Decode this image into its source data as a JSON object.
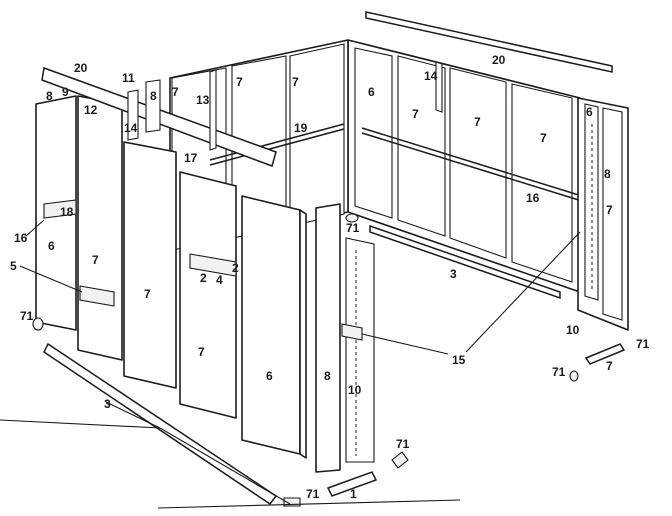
{
  "diagram": {
    "callouts": {
      "c1": "1",
      "c3a": "3",
      "c3b": "3",
      "c4": "4",
      "c2a": "2",
      "c2b": "2",
      "c5": "5",
      "c6a": "6",
      "c6b": "6",
      "c6c": "6",
      "c6d": "6",
      "c7a": "7",
      "c7b": "7",
      "c7c": "7",
      "c7d": "7",
      "c7e": "7",
      "c7f": "7",
      "c7g": "7",
      "c7h": "7",
      "c7i": "7",
      "c7j": "7",
      "c7k": "7",
      "c8a": "8",
      "c8b": "8",
      "c8c": "8",
      "c8d": "8",
      "c9": "9",
      "c10a": "10",
      "c10b": "10",
      "c11": "11",
      "c12": "12",
      "c13": "13",
      "c14a": "14",
      "c14b": "14",
      "c15": "15",
      "c16a": "16",
      "c16b": "16",
      "c17": "17",
      "c18": "18",
      "c19": "19",
      "c20a": "20",
      "c20b": "20",
      "c71a": "71",
      "c71b": "71",
      "c71c": "71",
      "c71d": "71",
      "c71e": "71",
      "c71f": "71"
    }
  }
}
